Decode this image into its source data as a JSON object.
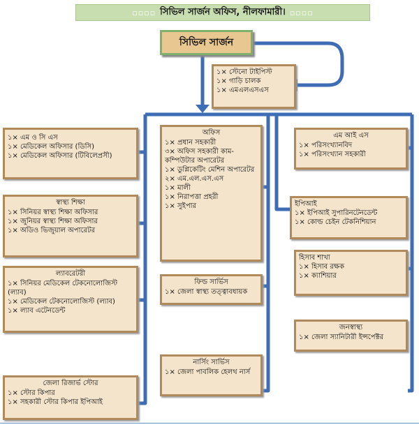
{
  "title": "সিভিল সার্জন অফিস, নীলফামারী।",
  "title_marks": "▫▫▫▫",
  "top": "সিভিল সার্জন",
  "staff": [
    "১× স্টেনো টাইপিস্ট",
    "১× গাড়ি চালক",
    "১× এমএলএসএস"
  ],
  "left": [
    {
      "items": [
        "১× এম ও সি এস",
        "১× মেডিকেল অফিসার (ডিসি)",
        "১× মেডিকেল অফিসার (টিবিলেপ্রসী)"
      ]
    },
    {
      "header": "স্বাস্থ্য শিক্ষা",
      "items": [
        "১× সিনিয়র স্বাস্থ্য শিক্ষা অফিসার",
        "১× জুনিয়র স্বাস্থ্য শিক্ষা অফিসার",
        "১× অডিও ভিজুয়াল অপারেটর"
      ]
    },
    {
      "header": "ল্যাবরেটরী",
      "items": [
        "১× সিনিয়র মেডিকেল টেকনোলোজিস্ট (ল্যাব)",
        "১× মেডিকেল টেকনোলোজিস্ট (ল্যাব)",
        "১× ল্যাব এটেনডেন্ট"
      ]
    },
    {
      "header": "জেলা রিজার্ভ স্টোর",
      "items": [
        "১× স্টোর কিপার",
        "১× সহকারী স্টোর কিপার ইপিআই"
      ]
    }
  ],
  "middle": [
    {
      "header": "অফিস",
      "items": [
        "১× প্রধান সহকারী",
        "৩× অফিস সহকারী কাম-কম্পিউটার অপারেটর",
        "১× ডুপ্লিকেটিং মেশিন অপারেটর",
        "২× এম.এল.এস.এস",
        "১× মালী",
        "১× নিরাপত্তা প্রহরী",
        "১× সুইপার"
      ]
    },
    {
      "header": "ফিল্ড সার্ভিস",
      "items": [
        "১× জেলা স্বাস্থ্য তত্ত্বাবধায়ক"
      ]
    },
    {
      "header": "নার্সিং সার্ভিস",
      "items": [
        "১× জেলা পাবলিক হেলথ নার্স"
      ]
    }
  ],
  "right": [
    {
      "header": "এম আই এস",
      "items": [
        "১× পরিসংখ্যানবিদ",
        "১× পরিসংখ্যান সহকারী"
      ]
    },
    {
      "header": "ইপিআই",
      "items": [
        "১× ইপিআই সুপারিনটেনডেন্ট",
        "১× কোল্ড চেইন টেকনিশিয়ান"
      ]
    },
    {
      "header": "হিসাব শাখা",
      "items": [
        "১× হিসাব রক্ষক",
        "১× ক্যাশিয়ার"
      ]
    },
    {
      "header": "জনস্বাস্থ্য",
      "items": [
        "১× জেলা স্যানিটারী ইন্সপেক্টর"
      ]
    }
  ],
  "colors": {
    "connector": "#3f6db5",
    "box_fill": "#f3e4cb",
    "box_border": "#b08a5a",
    "top_fill": "#e8c890",
    "top_border": "#7fb06c",
    "title_bar": "#c8ddb0"
  }
}
